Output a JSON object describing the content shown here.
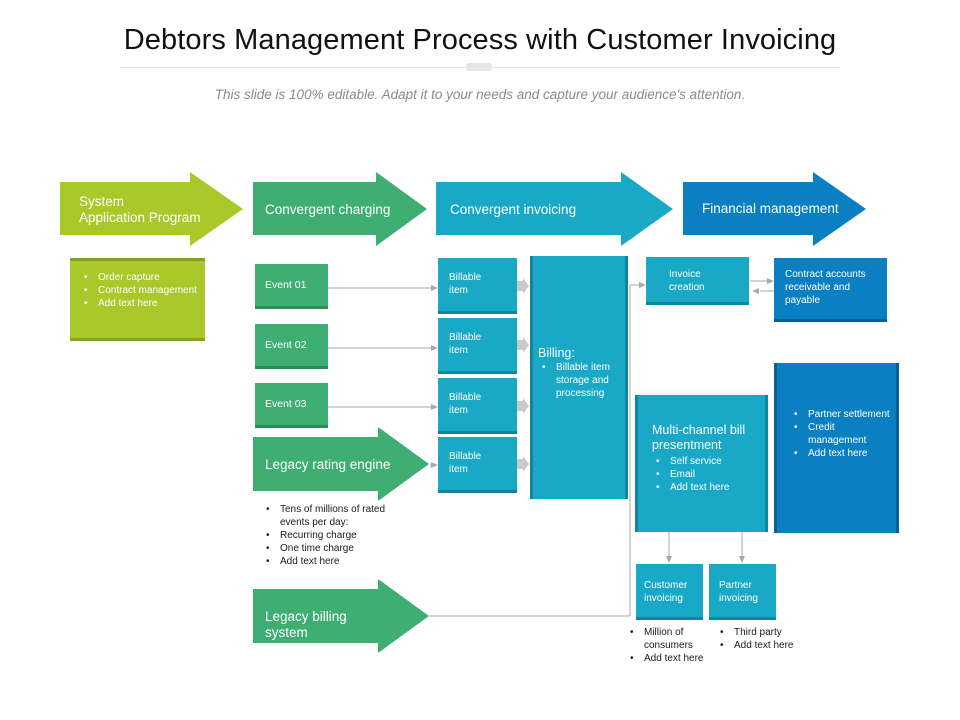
{
  "header": {
    "title": "Debtors Management Process with Customer Invoicing",
    "subtitle": "This slide is 100% editable. Adapt it to your needs and capture your audience's attention."
  },
  "colors": {
    "lime": "#a8c92a",
    "green": "#3fae72",
    "teal": "#19a9c6",
    "blue": "#0a7fc2",
    "connector": "#a8a8a8"
  },
  "stages": [
    {
      "label": "System\nApplication Program"
    },
    {
      "label": "Convergent charging"
    },
    {
      "label": "Convergent invoicing"
    },
    {
      "label": "Financial management"
    }
  ],
  "sap_box": {
    "items": [
      "Order capture",
      "Contract management",
      "Add text here"
    ]
  },
  "events": [
    "Event 01",
    "Event 02",
    "Event 03"
  ],
  "legacy_rating": {
    "label": "Legacy rating engine",
    "notes": [
      "Tens of millions of rated events per day:",
      "Recurring charge",
      "One time charge",
      "Add text here"
    ]
  },
  "legacy_billing": {
    "label": "Legacy billing\nsystem"
  },
  "billable_items": [
    "Billable\nitem",
    "Billable\nitem",
    "Billable\nitem",
    "Billable\nitem"
  ],
  "billing": {
    "title": "Billing:",
    "items": [
      "Billable item storage and processing"
    ]
  },
  "invoice_creation": {
    "label": "Invoice\ncreation"
  },
  "contract_accounts": {
    "label": "Contract accounts receivable and payable"
  },
  "multichannel": {
    "title": "Multi-channel bill presentment",
    "items": [
      "Self service",
      "Email",
      "Add text here"
    ]
  },
  "partner_panel": {
    "items": [
      "Partner settlement",
      "Credit management",
      "Add text here"
    ]
  },
  "customer_invoicing": {
    "label": "Customer\ninvoicing",
    "notes": [
      "Million of consumers",
      "Add text here"
    ]
  },
  "partner_invoicing": {
    "label": "Partner\ninvoicing",
    "notes": [
      "Third party",
      "Add text here"
    ]
  }
}
